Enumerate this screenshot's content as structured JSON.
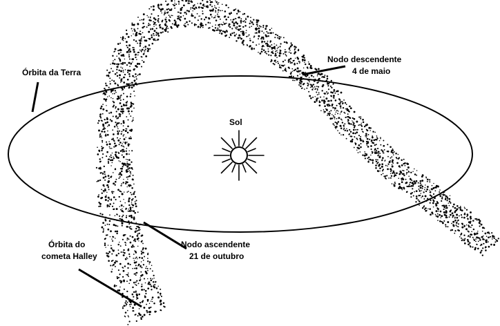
{
  "diagram": {
    "sun_label": "Sol",
    "earth_orbit_label": "Órbita da Terra",
    "comet_orbit_label": [
      "Órbita do",
      "cometa Halley"
    ],
    "descending_node_label": [
      "Nodo descendente",
      "4 de maio"
    ],
    "ascending_node_label": [
      "Nodo ascendente",
      "21 de outubro"
    ],
    "colors": {
      "ink": "#000000",
      "background": "#ffffff",
      "sun_fill": "#ffffff"
    },
    "icons": {
      "sun": "sun-icon"
    }
  }
}
